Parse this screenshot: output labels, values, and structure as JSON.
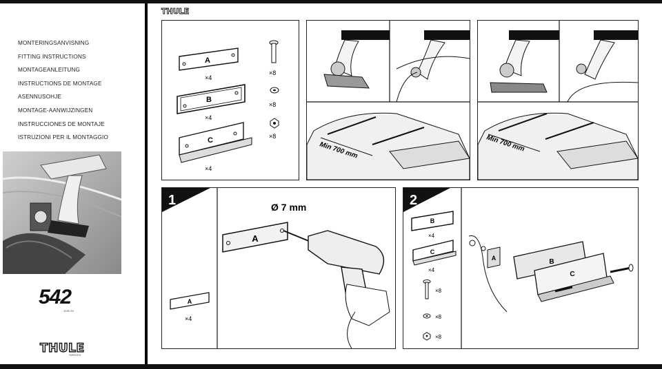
{
  "cover": {
    "titles": [
      "MONTERINGSANVISNING",
      "FITTING INSTRUCTIONS",
      "MONTAGEANLEITUNG",
      "INSTRUCTIONS DE MONTAGE",
      "ASENNUSOHJE",
      "MONTAGE-AANWIJZINGEN",
      "INSTRUCCIONES DE MONTAJE",
      "ISTRUZIONI PER IL MONTAGGIO"
    ],
    "model_number": "542",
    "model_sub": "1030-39",
    "brand": "THULE",
    "brand_sub": "SWEDEN"
  },
  "inner": {
    "brand": "THULE",
    "parts": {
      "plate_a": "A",
      "plate_b": "B",
      "plate_c": "C",
      "qty_a": "×4",
      "qty_b": "×4",
      "qty_c": "×4",
      "qty_bolt": "×8",
      "qty_washer": "×8",
      "qty_nut": "×8"
    },
    "min_distance_label": "Min 700 mm",
    "step1": {
      "number": "1",
      "drill_label": "Ø 7 mm",
      "plate": "A",
      "qty": "×4"
    },
    "step2": {
      "number": "2",
      "plate_b": "B",
      "qty_b": "×4",
      "plate_c": "C",
      "qty_c": "×4",
      "qty_bolt": "×8",
      "qty_washer": "×8",
      "qty_nut": "×8",
      "plate_a": "A"
    }
  }
}
